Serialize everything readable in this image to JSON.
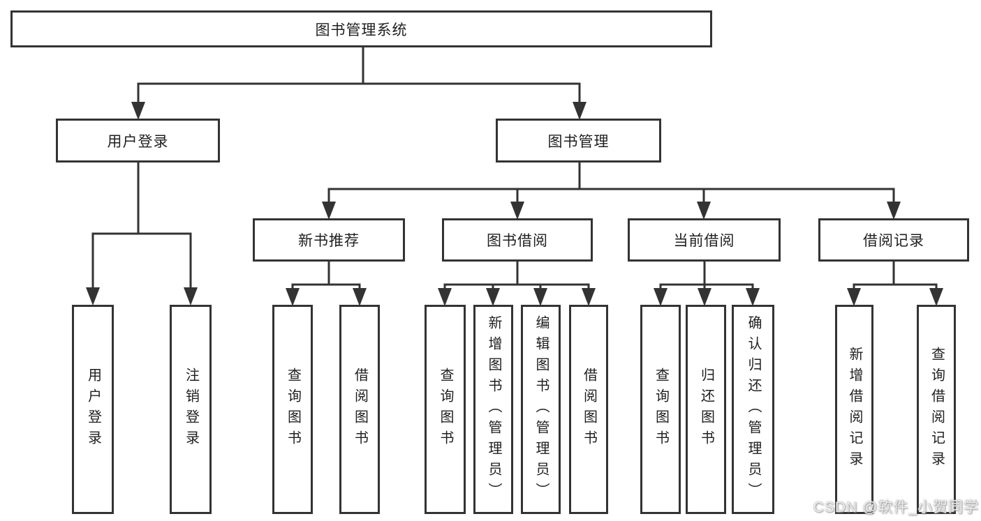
{
  "diagram": {
    "root": {
      "label": "图书管理系统"
    },
    "branches": [
      {
        "label": "用户登录",
        "children": [
          {
            "label": "用户登录"
          },
          {
            "label": "注销登录"
          }
        ]
      },
      {
        "label": "图书管理",
        "children": [
          {
            "label": "新书推荐",
            "children": [
              {
                "label": "查询图书"
              },
              {
                "label": "借阅图书"
              }
            ]
          },
          {
            "label": "图书借阅",
            "children": [
              {
                "label": "查询图书"
              },
              {
                "label": "新增图书（管理员）"
              },
              {
                "label": "编辑图书（管理员）"
              },
              {
                "label": "借阅图书"
              }
            ]
          },
          {
            "label": "当前借阅",
            "children": [
              {
                "label": "查询图书"
              },
              {
                "label": "归还图书"
              },
              {
                "label": "确认归还（管理员）"
              }
            ]
          },
          {
            "label": "借阅记录",
            "children": [
              {
                "label": "新增借阅记录"
              },
              {
                "label": "查询借阅记录"
              }
            ]
          }
        ]
      }
    ],
    "watermark": "CSDN @软件_小贺同学",
    "colors": {
      "line": "#333333",
      "text": "#1f1f1f",
      "background": "#ffffff",
      "watermark": "#ececec"
    }
  }
}
